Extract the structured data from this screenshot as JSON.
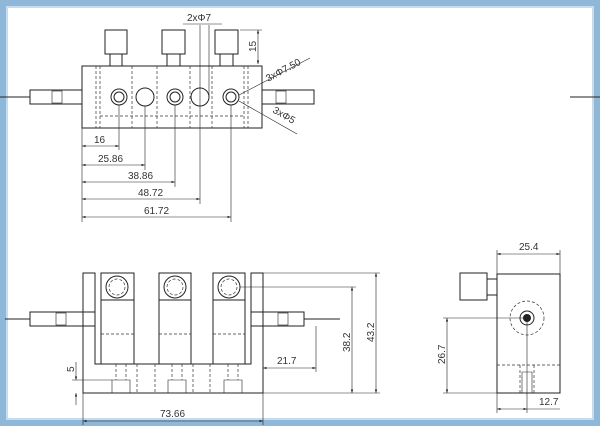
{
  "top_view": {
    "dims": {
      "d16": "16",
      "d25": "25.86",
      "d38": "38.86",
      "d48": "48.72",
      "d61": "61.72",
      "d15": "15",
      "hole2": "2xΦ7",
      "hole3a": "3xΦ7.50",
      "hole3b": "3xΦ5"
    }
  },
  "front_view": {
    "dims": {
      "w": "73.66",
      "off": "21.7",
      "h1": "38.2",
      "h2": "43.2",
      "base": "5"
    }
  },
  "side_view": {
    "dims": {
      "w": "25.4",
      "h": "26.7",
      "off": "12.7"
    }
  }
}
